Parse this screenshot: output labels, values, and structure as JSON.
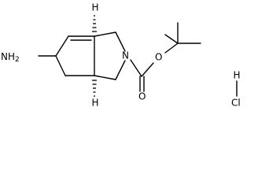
{
  "molecule": {
    "atoms": {
      "amine": "NH",
      "amine_subscript": "2",
      "ring_nitrogen": "N",
      "carbonyl_oxygen": "O",
      "ester_oxygen": "O",
      "hydrogen": "H",
      "chlorine": "Cl"
    },
    "stereo_h": {
      "top": "H",
      "bottom": "H"
    },
    "colors": {
      "bond": "#000000",
      "background": "#ffffff"
    }
  }
}
